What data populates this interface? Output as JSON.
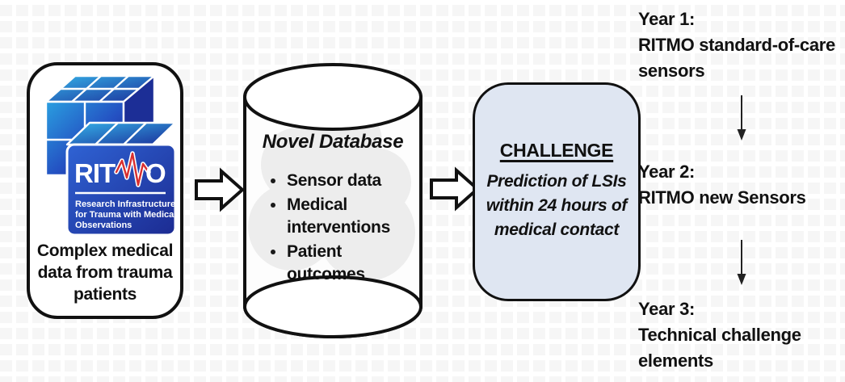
{
  "colors": {
    "outline": "#111111",
    "challenge_fill": "#dfe6f2",
    "checker_square": "#f6f6f6",
    "logo_blue_light": "#2aa6e4",
    "logo_blue_dark": "#161f7c",
    "logo_wave_red": "#d92f2f",
    "cloud_gray": "#ededed"
  },
  "source_box": {
    "logo": {
      "brand_prefix": "RIT",
      "brand_suffix": "O",
      "tagline_lines": [
        "Research Infrastructure",
        "for Trauma with Medical",
        "Observations"
      ]
    },
    "caption_lines": [
      "Complex medical",
      "data from trauma",
      "patients"
    ]
  },
  "database": {
    "title": "Novel Database",
    "items": [
      "Sensor data",
      "Medical interventions",
      "Patient outcomes"
    ]
  },
  "challenge": {
    "title": "CHALLENGE",
    "description_lines": [
      "Prediction of LSIs",
      "within 24 hours of",
      "medical contact"
    ]
  },
  "timeline": {
    "items": [
      {
        "label": "Year 1:",
        "lines": [
          "RITMO standard-of-care",
          "sensors"
        ]
      },
      {
        "label": "Year 2:",
        "lines": [
          "RITMO new Sensors"
        ]
      },
      {
        "label": "Year 3:",
        "lines": [
          "Technical challenge",
          "elements"
        ]
      }
    ]
  }
}
